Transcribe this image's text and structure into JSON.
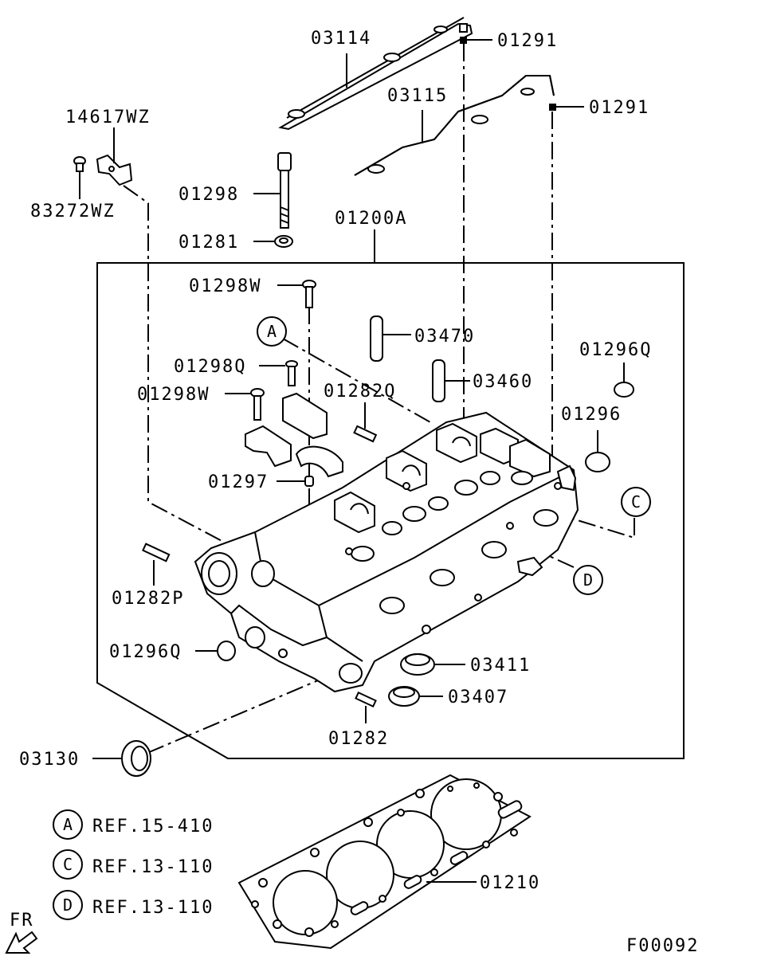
{
  "diagram_code": "F00092",
  "direction_label": "FR",
  "part_labels": {
    "p03114": "03114",
    "p01291_top": "01291",
    "p03115": "03115",
    "p01291_right": "01291",
    "p14617WZ": "14617WZ",
    "p83272WZ": "83272WZ",
    "p01298": "01298",
    "p01281": "01281",
    "p01200A": "01200A",
    "p01298W_top": "01298W",
    "p03470": "03470",
    "p01296Q_right": "01296Q",
    "p01298Q": "01298Q",
    "p03460": "03460",
    "p01298W_mid": "01298W",
    "p01282Q": "01282Q",
    "p01296": "01296",
    "p01297": "01297",
    "p01282P": "01282P",
    "p01296Q_left": "01296Q",
    "p03411": "03411",
    "p03407": "03407",
    "p01282": "01282",
    "p03130": "03130",
    "p01210": "01210"
  },
  "callouts": {
    "A": "A",
    "C": "C",
    "D": "D"
  },
  "references": [
    {
      "mark": "A",
      "text": "REF.15-410"
    },
    {
      "mark": "C",
      "text": "REF.13-110"
    },
    {
      "mark": "D",
      "text": "REF.13-110"
    }
  ]
}
